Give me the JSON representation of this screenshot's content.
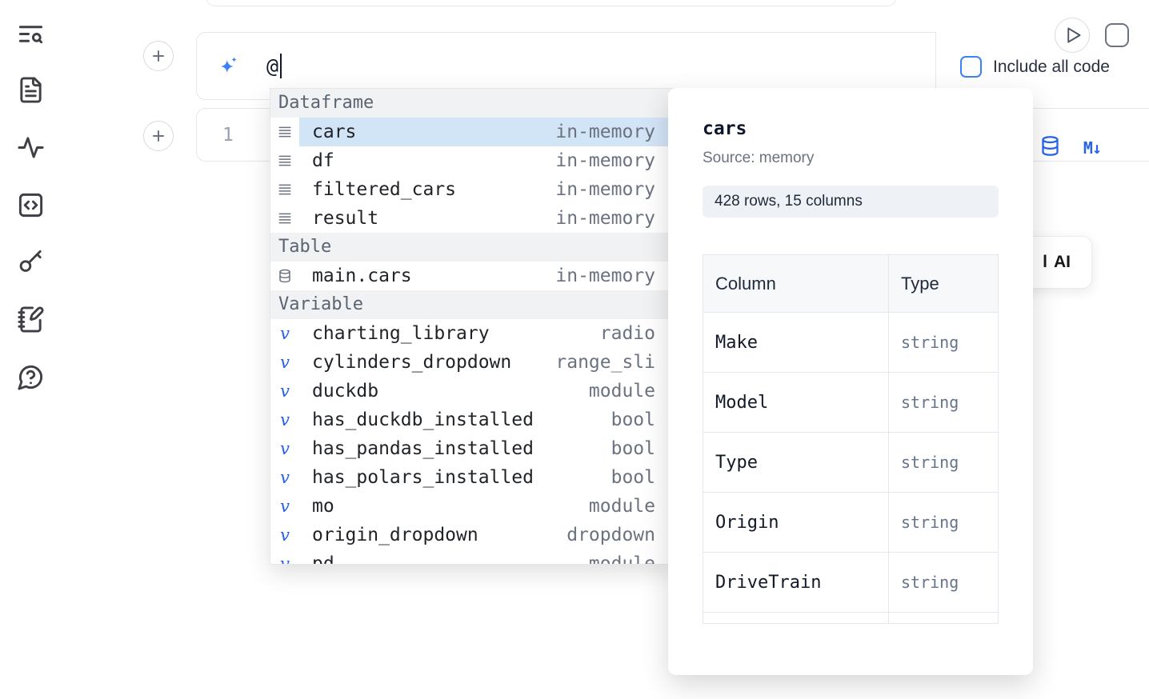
{
  "ai_input": {
    "value": "@"
  },
  "include_code": {
    "label": "Include all code"
  },
  "code_cell": {
    "line_number": "1"
  },
  "dropdown": {
    "sections": [
      {
        "label": "Dataframe",
        "items": [
          {
            "name": "cars",
            "kind": "in-memory"
          },
          {
            "name": "df",
            "kind": "in-memory"
          },
          {
            "name": "filtered_cars",
            "kind": "in-memory"
          },
          {
            "name": "result",
            "kind": "in-memory"
          }
        ]
      },
      {
        "label": "Table",
        "items": [
          {
            "name": "main.cars",
            "kind": "in-memory"
          }
        ]
      },
      {
        "label": "Variable",
        "items": [
          {
            "name": "charting_library",
            "kind": "radio"
          },
          {
            "name": "cylinders_dropdown",
            "kind": "range_slider"
          },
          {
            "name": "duckdb",
            "kind": "module"
          },
          {
            "name": "has_duckdb_installed",
            "kind": "bool"
          },
          {
            "name": "has_pandas_installed",
            "kind": "bool"
          },
          {
            "name": "has_polars_installed",
            "kind": "bool"
          },
          {
            "name": "mo",
            "kind": "module"
          },
          {
            "name": "origin_dropdown",
            "kind": "dropdown"
          },
          {
            "name": "pd",
            "kind": "module"
          }
        ]
      }
    ]
  },
  "detail_panel": {
    "title": "cars",
    "source": "Source: memory",
    "shape": "428 rows, 15 columns",
    "table": {
      "headers": [
        "Column",
        "Type"
      ],
      "rows": [
        [
          "Make",
          "string"
        ],
        [
          "Model",
          "string"
        ],
        [
          "Type",
          "string"
        ],
        [
          "Origin",
          "string"
        ],
        [
          "DriveTrain",
          "string"
        ]
      ]
    }
  },
  "ai_button": {
    "fragment": "l",
    "label": "AI"
  },
  "colors": {
    "accent": "#3b82f6",
    "selection": "#d2e5f7",
    "icon_blue": "#2563eb"
  }
}
